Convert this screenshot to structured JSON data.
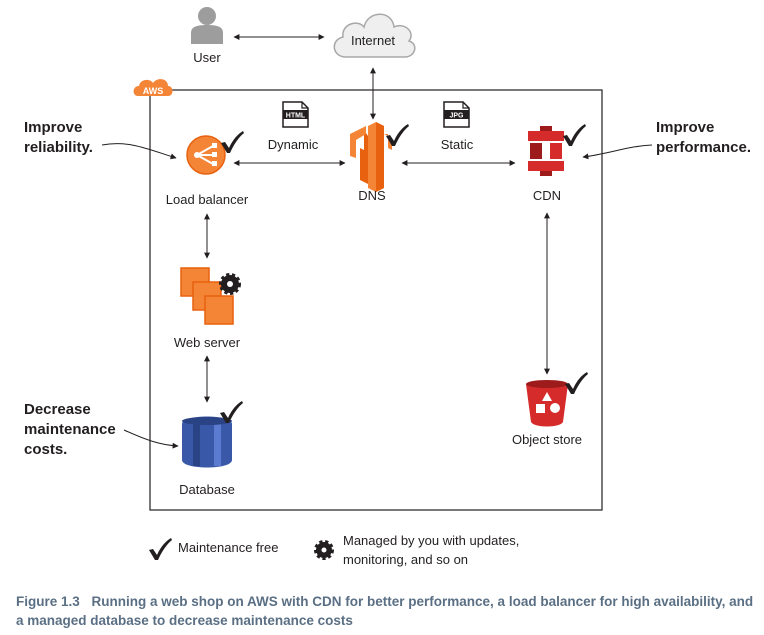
{
  "nodes": {
    "user": "User",
    "internet": "Internet",
    "aws": "AWS",
    "load_balancer": "Load balancer",
    "dns": "DNS",
    "cdn": "CDN",
    "web_server": "Web server",
    "database": "Database",
    "object_store": "Object store"
  },
  "edges": {
    "dynamic": "Dynamic",
    "static": "Static",
    "html_badge": "HTML",
    "jpg_badge": "JPG"
  },
  "annotations": {
    "reliability": [
      "Improve",
      "reliability."
    ],
    "performance": [
      "Improve",
      "performance."
    ],
    "maintenance": [
      "Decrease",
      "maintenance",
      "costs."
    ]
  },
  "legend": {
    "maintenance_free": "Maintenance free",
    "managed_line1": "Managed by you with updates,",
    "managed_line2": "monitoring, and so on"
  },
  "caption": {
    "figure": "Figure 1.3",
    "text": "Running a web shop on AWS with CDN for better performance, a load balancer for high availability, and a managed database to decrease maintenance costs"
  },
  "colors": {
    "aws_orange": "#f58536",
    "compute_orange": "#e8610f",
    "cdn_red": "#d62b2b",
    "db_blue": "#3a58a8",
    "caption_blue": "#5a6f84",
    "gray": "#9d9d9d"
  }
}
